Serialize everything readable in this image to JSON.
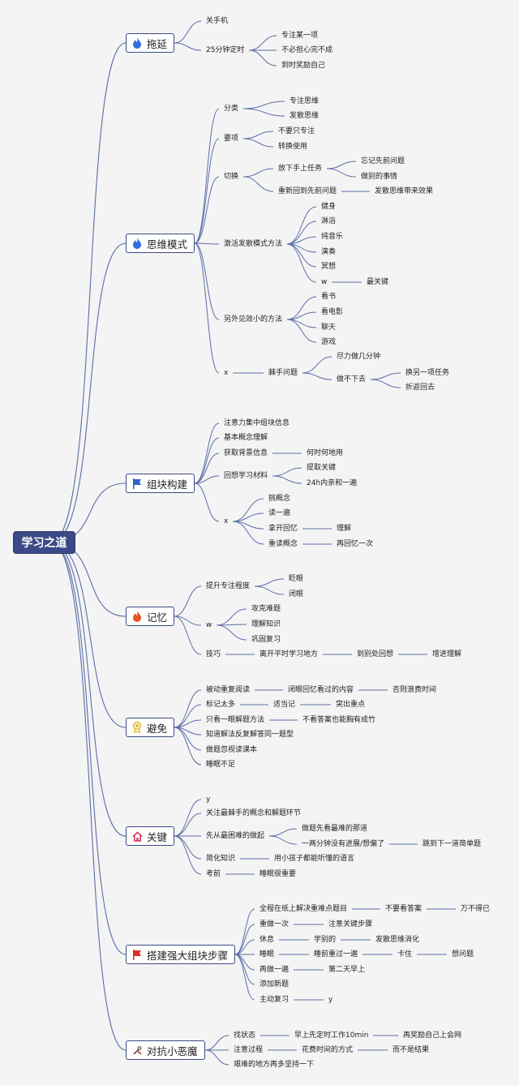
{
  "root": "学习之道",
  "colors": {
    "root_bg": "#3b4a87",
    "line": "#5b6ea8",
    "fire": "#e8541f",
    "blue": "#2f6fdc",
    "flag_blue": "#2a62c9",
    "flag_red": "#d9312a",
    "badge": "#e5b52a",
    "home": "#d8335b"
  },
  "branches": [
    {
      "label": "拖延",
      "icon": "fire-blue-icon"
    },
    {
      "label": "思维模式",
      "icon": "fire-blue-icon"
    },
    {
      "label": "组块构建",
      "icon": "flag-blue-icon"
    },
    {
      "label": "记忆",
      "icon": "fire-red-icon"
    },
    {
      "label": "避免",
      "icon": "badge-icon"
    },
    {
      "label": "关键",
      "icon": "home-icon"
    },
    {
      "label": "搭建强大组块步骤",
      "icon": "flag-red-icon"
    },
    {
      "label": "对抗小恶魔",
      "icon": "tools-icon"
    }
  ],
  "nodes": [
    "关手机",
    "25分钟定时",
    "专注某一项",
    "不必担心完不成",
    "到时奖励自己",
    "分类",
    "专注思维",
    "发散思维",
    "要项",
    "不要只专注",
    "转换使用",
    "切换",
    "放下手上任务",
    "忘记先前问题",
    "做别的事情",
    "重新回到先前问题",
    "发散思维带来效果",
    "激活发散模式方法",
    "健身",
    "淋浴",
    "纯音乐",
    "演奏",
    "冥想",
    "w",
    "最关键",
    "另外见效小的方法",
    "看书",
    "看电影",
    "聊天",
    "游戏",
    "x",
    "棘手问题",
    "尽力做几分钟",
    "做不下去",
    "换另一项任务",
    "折返回去",
    "注意力集中组块信息",
    "基本概念理解",
    "获取背景信息",
    "何时何地用",
    "回想学习材料",
    "提取关键",
    "24h内亲和一遍",
    "x",
    "挑概念",
    "读一遍",
    "拿开回忆",
    "理解",
    "重读概念",
    "再回忆一次",
    "提升专注程度",
    "眨眼",
    "闭眼",
    "w",
    "攻克难题",
    "理解知识",
    "巩固复习",
    "技巧",
    "离开平时学习地方",
    "到别处回想",
    "增进理解",
    "被动重复阅读",
    "闭眼回忆看过的内容",
    "否则浪费时间",
    "标记太多",
    "适当记",
    "突出重点",
    "只看一眼解题方法",
    "不看答案也能胸有成竹",
    "知道解法反复解答同一题型",
    "做题忽视读课本",
    "睡眠不足",
    "y",
    "关注最棘手的概念和解题环节",
    "先从最困难的做起",
    "做题先看最难的那道",
    "一两分钟没有进展/想偏了",
    "跳到下一道简单题",
    "简化知识",
    "用小孩子都能听懂的语言",
    "考前",
    "睡眠很重要",
    "全程在纸上解决重难点题目",
    "不要看答案",
    "万不得已",
    "重做一次",
    "注意关键步骤",
    "休息",
    "学别的",
    "发散思维消化",
    "睡眠",
    "睡前重过一遍",
    "卡住",
    "想问题",
    "再做一遍",
    "第二天早上",
    "添加新题",
    "主动复习",
    "y",
    "找状态",
    "早上先定时工作10min",
    "再奖励自己上会网",
    "注意过程",
    "花费时间的方式",
    "而不是结果",
    "艰难的地方再多坚持一下"
  ]
}
